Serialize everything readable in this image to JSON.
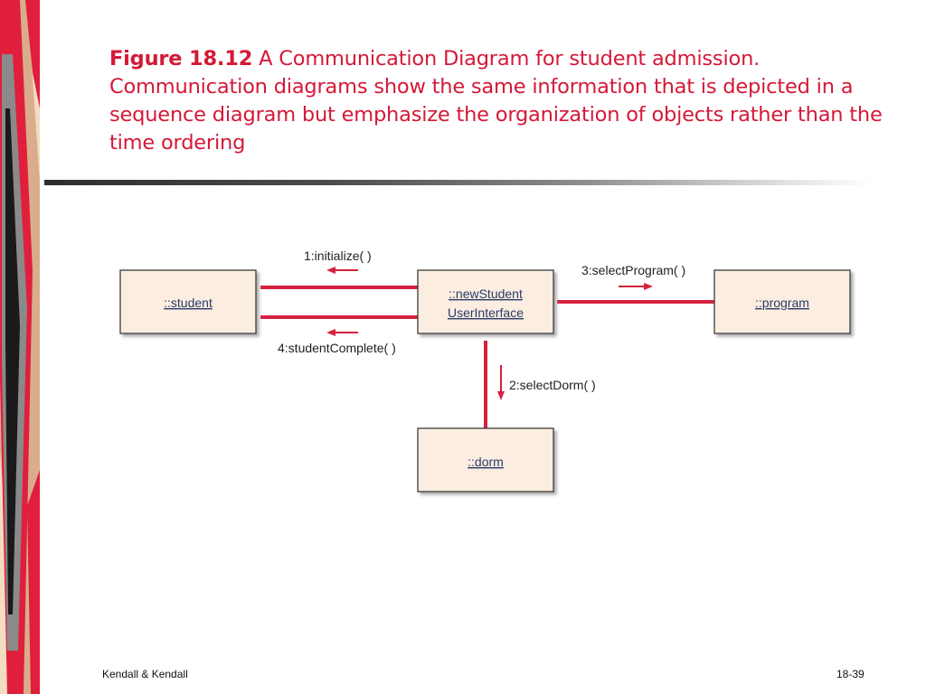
{
  "slide": {
    "title_bold": "Figure 18.12",
    "title_rest": " A Communication Diagram for student admission. Communication diagrams show the same information that is depicted in a sequence diagram but emphasize the organization of objects rather than the time ordering"
  },
  "diagram": {
    "objects": {
      "student": "::student",
      "newstudent_line1": "::newStudent",
      "newstudent_line2": "UserInterface",
      "program": "::program",
      "dorm": "::dorm"
    },
    "messages": {
      "m1": "1:initialize( )",
      "m2": "2:selectDorm( )",
      "m3": "3:selectProgram( )",
      "m4": "4:studentComplete( )"
    }
  },
  "footer": {
    "left": "Kendall & Kendall",
    "right": "18-39"
  },
  "colors": {
    "accent_red": "#d41938",
    "box_fill": "#fbeee0",
    "link_red": "#d4213f"
  }
}
